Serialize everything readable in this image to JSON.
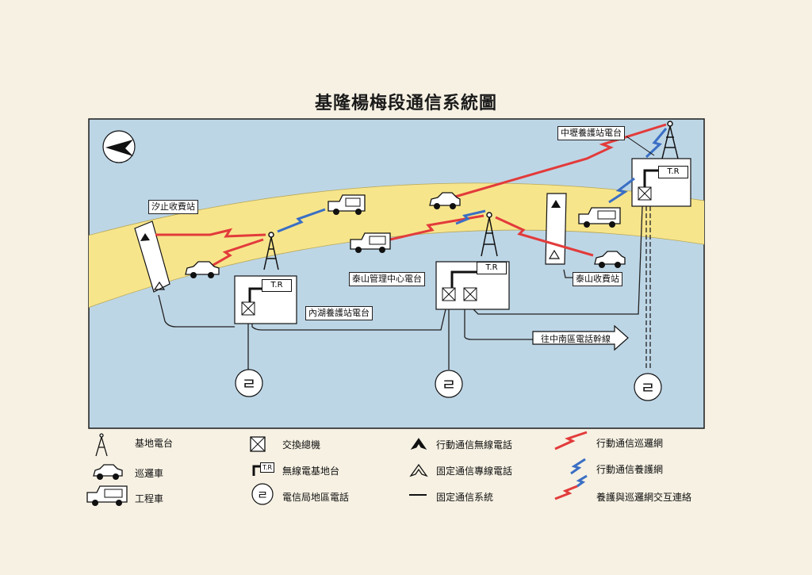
{
  "title": "基隆楊梅段通信系統圖",
  "labels": {
    "xizhi": "汐止收費站",
    "neihu": "內湖養護站電台",
    "taishan_center": "泰山管理中心電台",
    "taishan_toll": "泰山收費站",
    "zhongli": "中壢養護站電台",
    "to_south": "往中南區電話幹線"
  },
  "tr_label": "T.R",
  "phone_glyph": "ㄹ",
  "legend": [
    {
      "id": "base",
      "text": "基地電台"
    },
    {
      "id": "patrol",
      "text": "巡邏車"
    },
    {
      "id": "engineering",
      "text": "工程車"
    },
    {
      "id": "switch",
      "text": "交換總機"
    },
    {
      "id": "radio_base",
      "text": "無線電基地台"
    },
    {
      "id": "local_phone",
      "text": "電信局地區電話"
    },
    {
      "id": "mobile_radio_phone",
      "text": "行動通信無線電話"
    },
    {
      "id": "fixed_line_phone",
      "text": "固定通信專線電話"
    },
    {
      "id": "fixed_system",
      "text": "固定通信系統"
    },
    {
      "id": "patrol_net",
      "text": "行動通信巡邏網"
    },
    {
      "id": "maint_net",
      "text": "行動通信養護網"
    },
    {
      "id": "interlink",
      "text": "養護與巡邏網交互連絡"
    }
  ],
  "colors": {
    "water": "#bdd6e6",
    "road": "#f7e58c",
    "patrol_red": "#e23b3b",
    "maint_blue": "#3a6fc4",
    "ink": "#1a1a1a"
  }
}
